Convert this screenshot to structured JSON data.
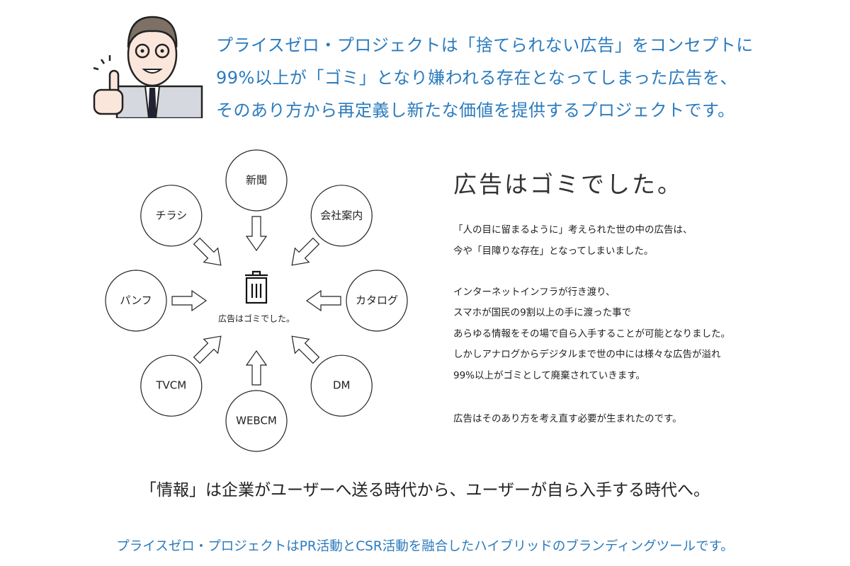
{
  "intro": {
    "lines": [
      "プライスゼロ・プロジェクトは「捨てられない広告」をコンセプトに",
      "99%以上が「ゴミ」となり嫌われる存在となってしまった広告を、",
      "そのあり方から再定義し新たな価値を提供するプロジェクトです。"
    ]
  },
  "diagram": {
    "center_label": "広告はゴミでした。",
    "media": [
      "新聞",
      "会社案内",
      "カタログ",
      "DM",
      "WEBCM",
      "TVCM",
      "パンフ",
      "チラシ"
    ]
  },
  "right": {
    "title": "広告はゴミでした。",
    "lines": [
      "「人の目に留まるように」考えられた世の中の広告は、",
      "今や「目障りな存在」となってしまいました。",
      "インターネットインフラが行き渡り、",
      "スマホが国民の9割以上の手に渡った事で",
      "あらゆる情報をその場で自ら入手することが可能となりました。",
      "しかしアナログからデジタルまで世の中には様々な広告が溢れ",
      "99%以上がゴミとして廃棄されていきます。",
      "広告はそのあり方を考え直す必要が生まれたのです。"
    ]
  },
  "tagline": "「情報」は企業がユーザーへ送る時代から、ユーザーが自ら入手する時代へ。",
  "footer": "プライスゼロ・プロジェクトはPR活動とCSR活動を融合したハイブリッドのブランディングツールです。",
  "colors": {
    "accent": "#2b7bbd",
    "text": "#222222"
  }
}
